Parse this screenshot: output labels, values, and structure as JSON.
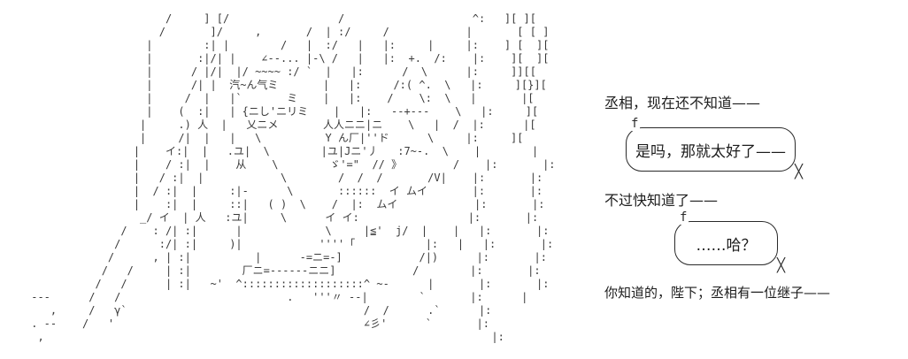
{
  "meta": {
    "background_color": "#ffffff",
    "art_ink_color": "#3a3a3a",
    "text_color": "#1c1c1c"
  },
  "ascii_art": {
    "lines": [
      "                      /     ] [/                 /                    ^:   ][ ][",
      "                     /       ]/     ,       /  | :/     /            |       [ [ ]",
      "                   |        :| |        /   |  :/   |   |:     |     |:    ] [  ][",
      "                   |       :|/| |    ∠--... |-\\ /   |   |:  +.  /:    |:    ][  ][",
      "                   |      / |/|  |/ ~~~~ :/ `  |   |:      /  \\      |:     ]][[",
      "                   |      /| |  汽~ん气ミ       |   |:     /:( ^.  \\   |:     ][}][",
      "                   |     /  |   |`       ミ    |   |:    /    \\:  \\   |       |[",
      "                   |    (  :|   | {ニし'ニリミ    |   |:   --+---    \\   |:     ][",
      "                  |     .) 人  |   乂ニメ       人人ニニ|ニ    \\   |  /  |:      |[",
      "                  |     /|  |   |   \\          Y ん厂|''ド      \\     |:     ][",
      "                 |    イ:|  |   .ユ|  \\        |ユ|Jニ'丿   :7~-.  \\    |        |",
      "                 |    / :|  |    从    \\        ゞ'=\"  // 》        /    |:       |:",
      "                 |   / :|  |            \\        /  /  /       /V|    |:       |:",
      "                 |  / :|  |     :|-      \\       ::::::  イ ムイ       |:       |:",
      "                 |    :|  |     ::|   ( )  \\    /  |:  ムイ            |:       |:",
      "                  _/ イ  | 人   :ユ|     \\      イ イ:                 |:       |:",
      "               /    : /| :|      |             \\     |≦'  j/  |    |   |:       |:",
      "              /      :/| :|     )|            ''''「           |:   |   |:       |:",
      "             /      , | :|          |      -=ニ=-]            /|)      |:       |:",
      "            /   /     | :|        厂ニ=------ニニ]            /        |:       |:",
      "           /   /      | :|   ~'  ^:::::::::::::::::::^ ~-      |       |:       |:",
      " ---      /   /                          .   '''〃 --|        `       |:      |",
      "    ,     /   γ`                                     /  /      .`      |:",
      " . --    /   '                                       ∠彡'      `       |:",
      "  ,                                                                      |:"
    ]
  },
  "dialogue": {
    "line1": "丞相，现在还不知道——",
    "bubble1": {
      "text": "是吗，那就太好了——",
      "notch": "f",
      "tail": "╳"
    },
    "line2": "不过快知道了——",
    "bubble2": {
      "text": "……哈？",
      "notch": "f",
      "tail": "╳"
    },
    "line3": "你知道的，陛下；丞相有一位继子——"
  }
}
